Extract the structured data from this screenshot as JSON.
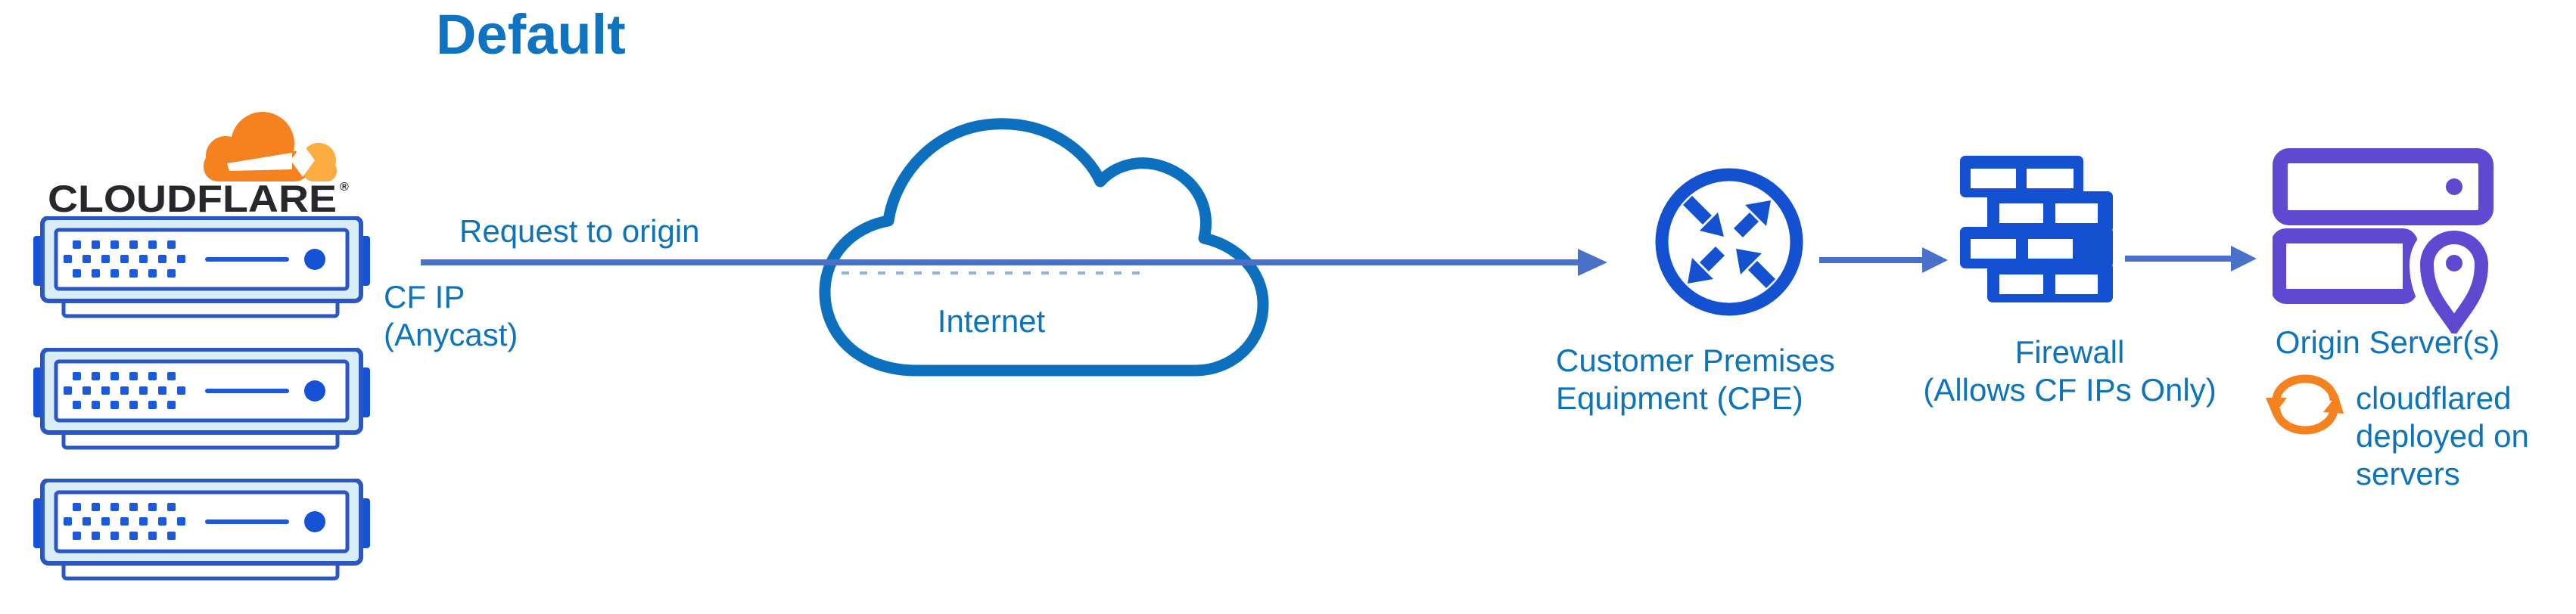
{
  "title": "Default",
  "logo": {
    "wordmark": "CLOUDFLARE",
    "registered_mark": "®"
  },
  "flow": {
    "request_label": "Request to origin",
    "source_ip_lines": [
      "CF IP",
      "(Anycast)"
    ]
  },
  "nodes": {
    "internet": {
      "label": "Internet"
    },
    "cpe": {
      "label_lines": [
        "Customer Premises",
        "Equipment (CPE)"
      ]
    },
    "firewall": {
      "label_lines": [
        "Firewall",
        "(Allows CF IPs Only)"
      ]
    },
    "origin": {
      "label": "Origin Server(s)",
      "note_lines": [
        "cloudflared",
        "deployed on",
        "servers"
      ]
    }
  },
  "icons": {
    "cloudflare-logo": "orange cloudflare cloud with wordmark",
    "server-stack": "three edge server appliances",
    "internet-cloud-icon": "blue cloud outline",
    "cpe-router-icon": "circle with four diagonal arrows",
    "firewall-icon": "blue brick wall",
    "origin-servers-icon": "stacked purple servers with location pin",
    "sync-icon": "orange circular refresh arrows"
  },
  "colors": {
    "title_blue": "#0E73C0",
    "label_blue": "#0E74BA",
    "arrow_blue": "#4A71C9",
    "icon_blue": "#1351D0",
    "cloud_stroke_blue": "#0C70BF",
    "server_border_blue": "#2B57C5",
    "server_fill_light": "#D8EDF7",
    "origin_purple": "#5F49D0",
    "cf_orange": "#F6821F",
    "cf_orange_light": "#FBAD41",
    "wordmark_dark": "#26282C"
  }
}
